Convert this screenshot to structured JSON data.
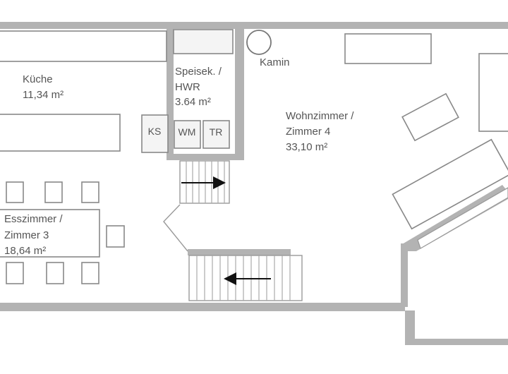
{
  "rooms": {
    "kitchen": {
      "name": "Küche",
      "area": "11,34 m²"
    },
    "pantry": {
      "name_line1": "Speisek. /",
      "name_line2": "HWR",
      "area": "3.64 m²"
    },
    "living": {
      "name_line1": "Wohnzimmer /",
      "name_line2": "Zimmer 4",
      "area": "33,10 m²"
    },
    "dining": {
      "name_line1": "Esszimmer /",
      "name_line2": "Zimmer 3",
      "area": "18,64 m²"
    }
  },
  "fixtures": {
    "fireplace": "Kamin",
    "fridge": "KS",
    "washer": "WM",
    "dryer": "TR"
  },
  "colors": {
    "wall": "#b3b3b3",
    "text": "#555555",
    "furniture_stroke": "#888888",
    "arrow": "#111111"
  },
  "icons": [
    "stair-arrow-right-icon",
    "stair-arrow-left-icon",
    "fireplace-icon"
  ]
}
